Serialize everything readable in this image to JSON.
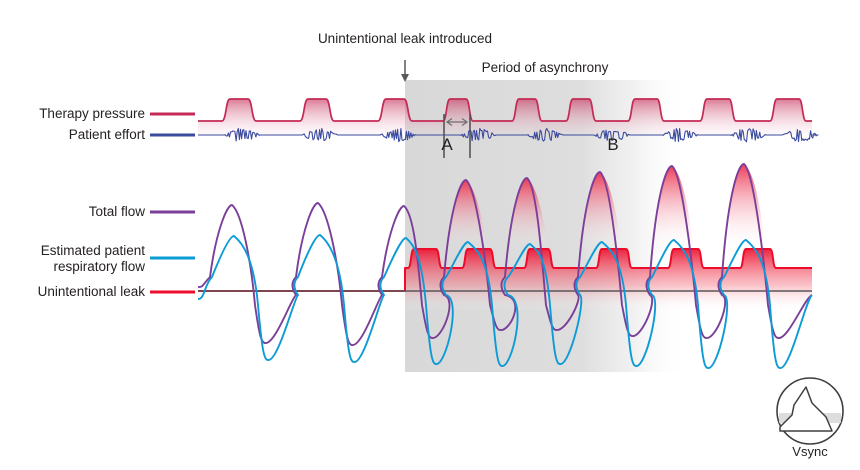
{
  "annotations": {
    "leak_introduced": "Unintentional leak introduced",
    "period_of_asynchrony": "Period of asynchrony",
    "marker_a": "A",
    "marker_b": "B"
  },
  "legend": {
    "therapy_pressure": "Therapy pressure",
    "patient_effort": "Patient effort",
    "total_flow": "Total flow",
    "estimated_patient_respiratory_flow_line1": "Estimated patient",
    "estimated_patient_respiratory_flow_line2": "respiratory flow",
    "unintentional_leak": "Unintentional leak"
  },
  "branding": {
    "logo_caption": "Vsync"
  },
  "colors": {
    "therapy_pressure": "#c42a55",
    "patient_effort": "#3b4b9e",
    "total_flow": "#7b3f98",
    "estimated_patient_respiratory_flow": "#0d9bd6",
    "unintentional_leak": "#ed0c2b",
    "baseline": "#58585b",
    "shade": "#d9d9d9",
    "text": "#231f20"
  },
  "chart_data": {
    "type": "line",
    "title": "Unintentional leak introduced",
    "subtitle": "Period of asynchrony",
    "xlabel": "",
    "ylabel": "",
    "grid": false,
    "legend_position": "left",
    "plot_x_range": [
      198,
      812
    ],
    "event_markers": [
      {
        "name": "leak-introduced-arrow",
        "x": 405,
        "label": "Unintentional leak introduced"
      },
      {
        "name": "asynchrony-band",
        "x_start": 405,
        "x_end": 625,
        "fade_end": 690,
        "label": "Period of asynchrony"
      },
      {
        "name": "caliper-a",
        "x_start": 444,
        "x_end": 470,
        "label": "A"
      },
      {
        "name": "marker-b",
        "x": 612,
        "label": "B"
      }
    ],
    "panels": [
      {
        "name": "pressure-panel",
        "y_top": 88,
        "y_baseline": 121,
        "series": [
          {
            "name": "Therapy pressure",
            "color": "#c42a55",
            "fill": "pink-gradient",
            "cycles_before_leak": [
              {
                "start": 222,
                "rise": 8,
                "width": 34
              },
              {
                "start": 300,
                "rise": 8,
                "width": 34
              },
              {
                "start": 378,
                "rise": 8,
                "width": 34
              }
            ],
            "cycles_after_leak": [
              {
                "start": 443,
                "rise": 7,
                "width": 30
              },
              {
                "start": 512,
                "rise": 7,
                "width": 30
              },
              {
                "start": 566,
                "rise": 7,
                "width": 30
              },
              {
                "start": 628,
                "rise": 7,
                "width": 36
              },
              {
                "start": 700,
                "rise": 7,
                "width": 36
              },
              {
                "start": 770,
                "rise": 7,
                "width": 36
              }
            ],
            "amplitude": 22
          },
          {
            "name": "Patient effort",
            "color": "#3b4b9e",
            "y_baseline": 135,
            "burst_centers": [
              242,
              320,
              398,
              478,
              545,
              612,
              680,
              748,
              800
            ],
            "burst_half_width": 18,
            "burst_amplitude": 7
          }
        ]
      },
      {
        "name": "flow-panel",
        "y_zero": 291,
        "series": [
          {
            "name": "Total flow",
            "color": "#7b3f98",
            "cycles": [
              {
                "peak_x": 232,
                "peak_y": 205,
                "trough_x": 265,
                "trough_y": 343
              },
              {
                "peak_x": 318,
                "peak_y": 203,
                "trough_x": 352,
                "trough_y": 345
              },
              {
                "peak_x": 404,
                "peak_y": 206,
                "trough_x": 432,
                "trough_y": 338
              },
              {
                "peak_x": 466,
                "peak_y": 180,
                "trough_x": 500,
                "trough_y": 330
              },
              {
                "peak_x": 527,
                "peak_y": 178,
                "trough_x": 556,
                "trough_y": 330
              },
              {
                "peak_x": 600,
                "peak_y": 172,
                "trough_x": 632,
                "trough_y": 336
              },
              {
                "peak_x": 672,
                "peak_y": 166,
                "trough_x": 706,
                "trough_y": 338
              },
              {
                "peak_x": 744,
                "peak_y": 164,
                "trough_x": 778,
                "trough_y": 338
              }
            ]
          },
          {
            "name": "Estimated patient respiratory flow",
            "color": "#0d9bd6",
            "cycles": [
              {
                "peak_x": 234,
                "peak_y": 236,
                "trough_x": 268,
                "trough_y": 360
              },
              {
                "peak_x": 320,
                "peak_y": 235,
                "trough_x": 354,
                "trough_y": 362
              },
              {
                "peak_x": 406,
                "peak_y": 238,
                "trough_x": 436,
                "trough_y": 364
              },
              {
                "peak_x": 468,
                "peak_y": 242,
                "trough_x": 502,
                "trough_y": 366
              },
              {
                "peak_x": 530,
                "peak_y": 244,
                "trough_x": 560,
                "trough_y": 364
              },
              {
                "peak_x": 602,
                "peak_y": 242,
                "trough_x": 636,
                "trough_y": 366
              },
              {
                "peak_x": 674,
                "peak_y": 240,
                "trough_x": 708,
                "trough_y": 368
              },
              {
                "peak_x": 746,
                "peak_y": 240,
                "trough_x": 780,
                "trough_y": 368
              }
            ]
          },
          {
            "name": "Unintentional leak",
            "color": "#ed0c2b",
            "level_before_leak": 291,
            "level_after_leak": 268,
            "bump_level": 249,
            "bumps": [
              {
                "start": 408,
                "width": 34
              },
              {
                "start": 462,
                "width": 34
              },
              {
                "start": 524,
                "width": 30
              },
              {
                "start": 596,
                "width": 36
              },
              {
                "start": 668,
                "width": 36
              },
              {
                "start": 740,
                "width": 36
              }
            ]
          }
        ]
      }
    ]
  }
}
